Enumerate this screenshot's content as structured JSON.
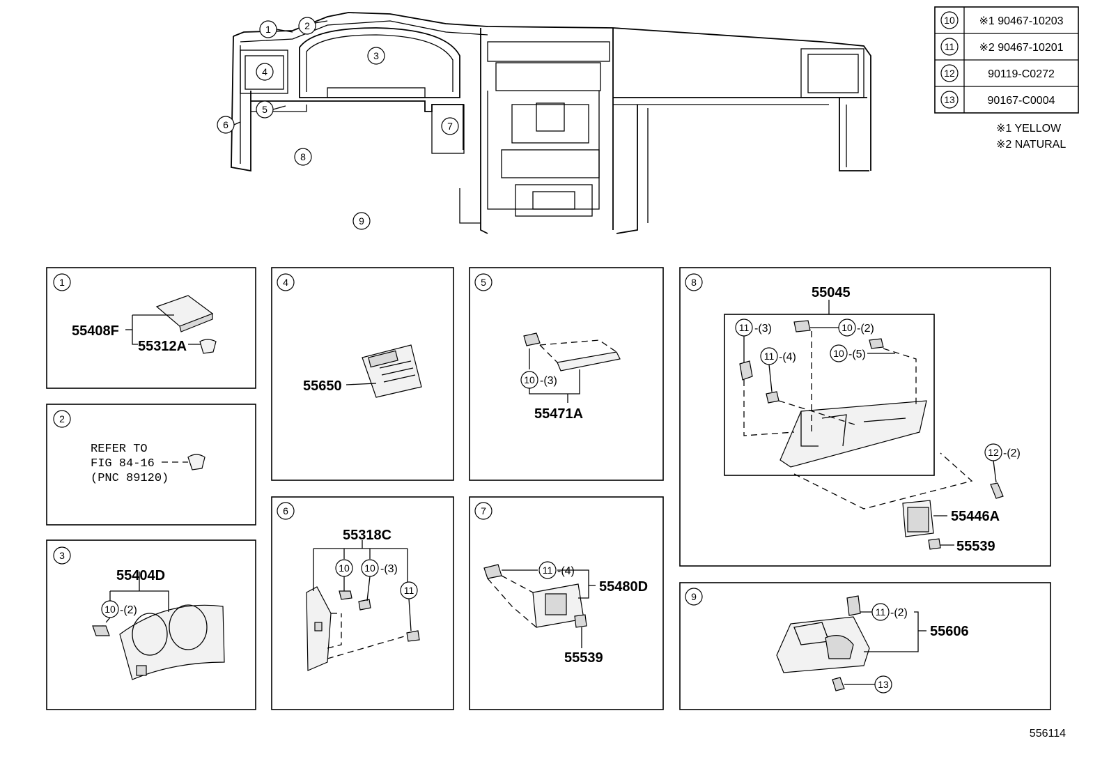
{
  "legend": {
    "rows": [
      {
        "ref": "10",
        "part": "※1 90467-10203"
      },
      {
        "ref": "11",
        "part": "※2 90467-10201"
      },
      {
        "ref": "12",
        "part": "90119-C0272"
      },
      {
        "ref": "13",
        "part": "90167-C0004"
      }
    ],
    "notes": [
      "※1 YELLOW",
      "※2 NATURAL"
    ]
  },
  "overview": {
    "callouts": [
      "1",
      "2",
      "3",
      "4",
      "5",
      "6",
      "7",
      "8",
      "9"
    ]
  },
  "panels": {
    "p1": {
      "num": "1",
      "parts": [
        "55408F",
        "55312A"
      ]
    },
    "p2": {
      "num": "2",
      "refer": [
        "REFER TO",
        "FIG 84-16",
        "(PNC 89120)"
      ]
    },
    "p3": {
      "num": "3",
      "parts": [
        "55404D"
      ],
      "sub": [
        {
          "ref": "10",
          "qty": "-(2)"
        }
      ]
    },
    "p4": {
      "num": "4",
      "parts": [
        "55650"
      ]
    },
    "p5": {
      "num": "5",
      "parts": [
        "55471A"
      ],
      "sub": [
        {
          "ref": "10",
          "qty": "-(3)"
        }
      ]
    },
    "p6": {
      "num": "6",
      "parts": [
        "55318C"
      ],
      "sub": [
        {
          "ref": "10",
          "qty": ""
        },
        {
          "ref": "10",
          "qty": "-(3)"
        },
        {
          "ref": "11",
          "qty": ""
        }
      ]
    },
    "p7": {
      "num": "7",
      "parts": [
        "55480D",
        "55539"
      ],
      "sub": [
        {
          "ref": "11",
          "qty": "-(4)"
        }
      ]
    },
    "p8": {
      "num": "8",
      "parts": [
        "55045",
        "55446A",
        "55539"
      ],
      "sub": [
        {
          "ref": "11",
          "qty": "-(3)"
        },
        {
          "ref": "10",
          "qty": "-(2)"
        },
        {
          "ref": "11",
          "qty": "-(4)"
        },
        {
          "ref": "10",
          "qty": "-(5)"
        },
        {
          "ref": "12",
          "qty": "-(2)"
        }
      ]
    },
    "p9": {
      "num": "9",
      "parts": [
        "55606"
      ],
      "sub": [
        {
          "ref": "11",
          "qty": "-(2)"
        },
        {
          "ref": "13",
          "qty": ""
        }
      ]
    }
  },
  "figure_id": "556114"
}
